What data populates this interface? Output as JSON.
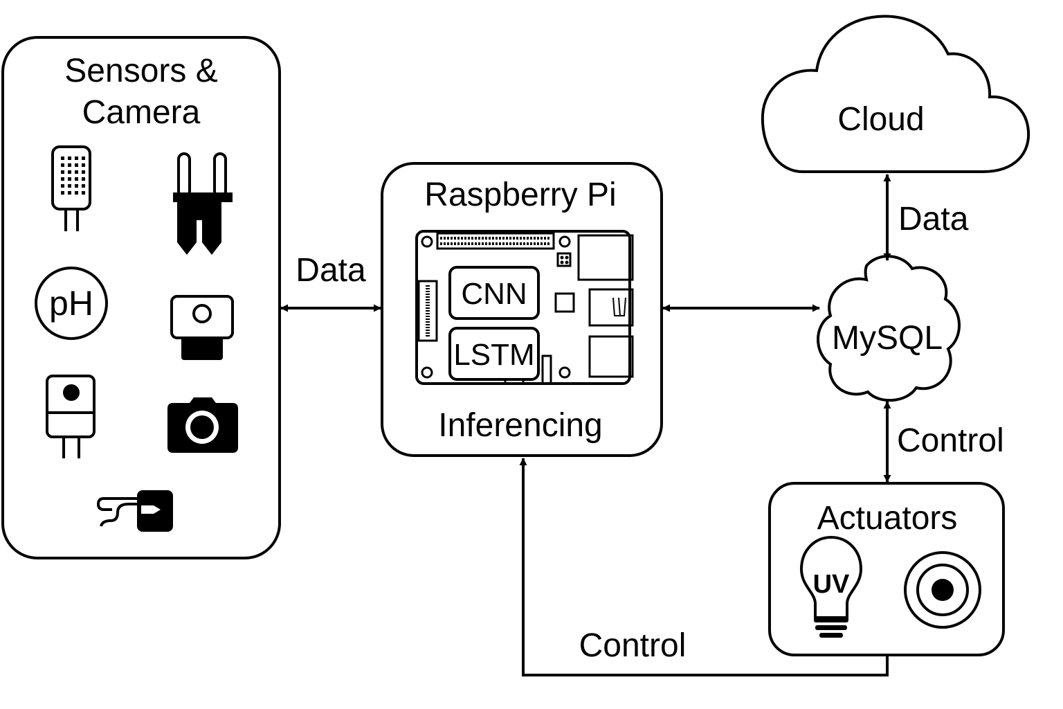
{
  "sensors_panel": {
    "title_line1": "Sensors &",
    "title_line2": "Camera",
    "icons": [
      "humidity-sensor-icon",
      "soil-probe-icon",
      "ph-sensor-icon",
      "camera-module-icon",
      "light-sensor-icon",
      "camera-icon",
      "temperature-probe-icon"
    ],
    "ph_label": "pH"
  },
  "raspberry_pi": {
    "title": "Raspberry Pi",
    "models": [
      "CNN",
      "LSTM"
    ],
    "footer": "Inferencing"
  },
  "cloud": {
    "label": "Cloud"
  },
  "database": {
    "label": "MySQL"
  },
  "actuators": {
    "title": "Actuators",
    "uv_label": "UV",
    "icons": [
      "uv-lamp-icon",
      "pump-icon"
    ]
  },
  "connections": {
    "sensors_to_pi": "Data",
    "cloud_to_db": "Data",
    "db_to_actuators": "Control",
    "actuators_to_pi": "Control"
  },
  "colors": {
    "stroke": "#000000",
    "background": "#ffffff"
  }
}
